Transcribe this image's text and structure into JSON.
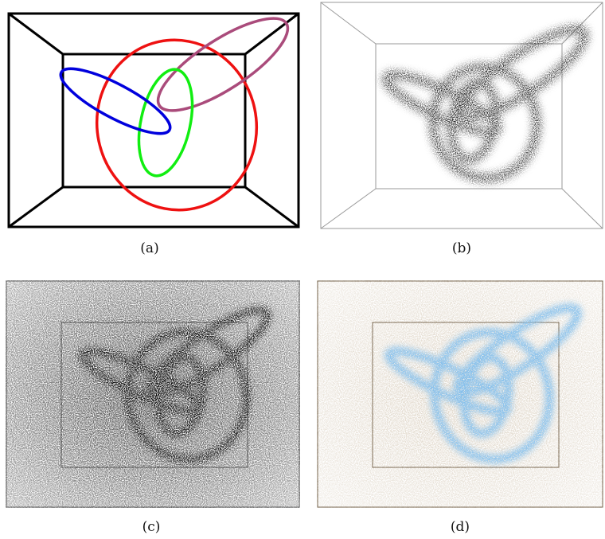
{
  "panels": [
    {
      "id": "a",
      "caption": "(a)"
    },
    {
      "id": "b",
      "caption": "(b)"
    },
    {
      "id": "c",
      "caption": "(c)"
    },
    {
      "id": "d",
      "caption": "(d)"
    }
  ],
  "colors": {
    "blue_ring": "#0000dd",
    "red_ring": "#ee1111",
    "green_ring": "#11ee11",
    "purple_ring": "#aa4b7b",
    "box_lines": "#000000",
    "speckle_dark": "#000000",
    "speckle_tan": "#8c7452",
    "speckle_blue": "#3d86d6"
  }
}
